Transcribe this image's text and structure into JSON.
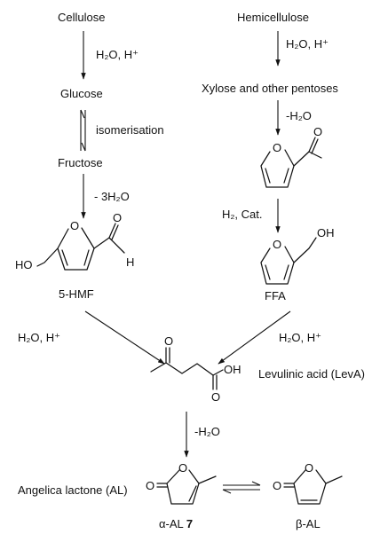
{
  "left_column": {
    "cellulose": "Cellulose",
    "step1_cond": "H₂O, H⁺",
    "glucose": "Glucose",
    "isomerisation": "isomerisation",
    "fructose": "Fructose",
    "step2_cond": "- 3H₂O",
    "hmf_ho": "HO",
    "hmf_o": "O",
    "hmf_ald_o": "O",
    "hmf_h": "H",
    "hmf_label": "5-HMF"
  },
  "right_column": {
    "hemicellulose": "Hemicellulose",
    "step1_cond": "H₂O, H⁺",
    "xylose": "Xylose and other pentoses",
    "dehydration": "-H₂O",
    "furfural_o": "O",
    "furfural_ald_o": "O",
    "hydrogenation": "H₂, Cat.",
    "ffa_o": "O",
    "ffa_oh": "OH",
    "ffa_label": "FFA"
  },
  "levulinic": {
    "left_cond": "H₂O, H⁺",
    "right_cond": "H₂O, H⁺",
    "keto_o": "O",
    "acid_oh": "OH",
    "acid_o": "O",
    "label": "Levulinic acid (LevA)"
  },
  "lactone": {
    "dehydration": "-H₂O",
    "label": "Angelica lactone (AL)",
    "alpha_ring_o": "O",
    "alpha_carbonyl_o": "O",
    "alpha_prefix": "α-AL ",
    "alpha_number": "7",
    "beta_ring_o": "O",
    "beta_carbonyl_o": "O",
    "beta_label": "β-AL"
  }
}
